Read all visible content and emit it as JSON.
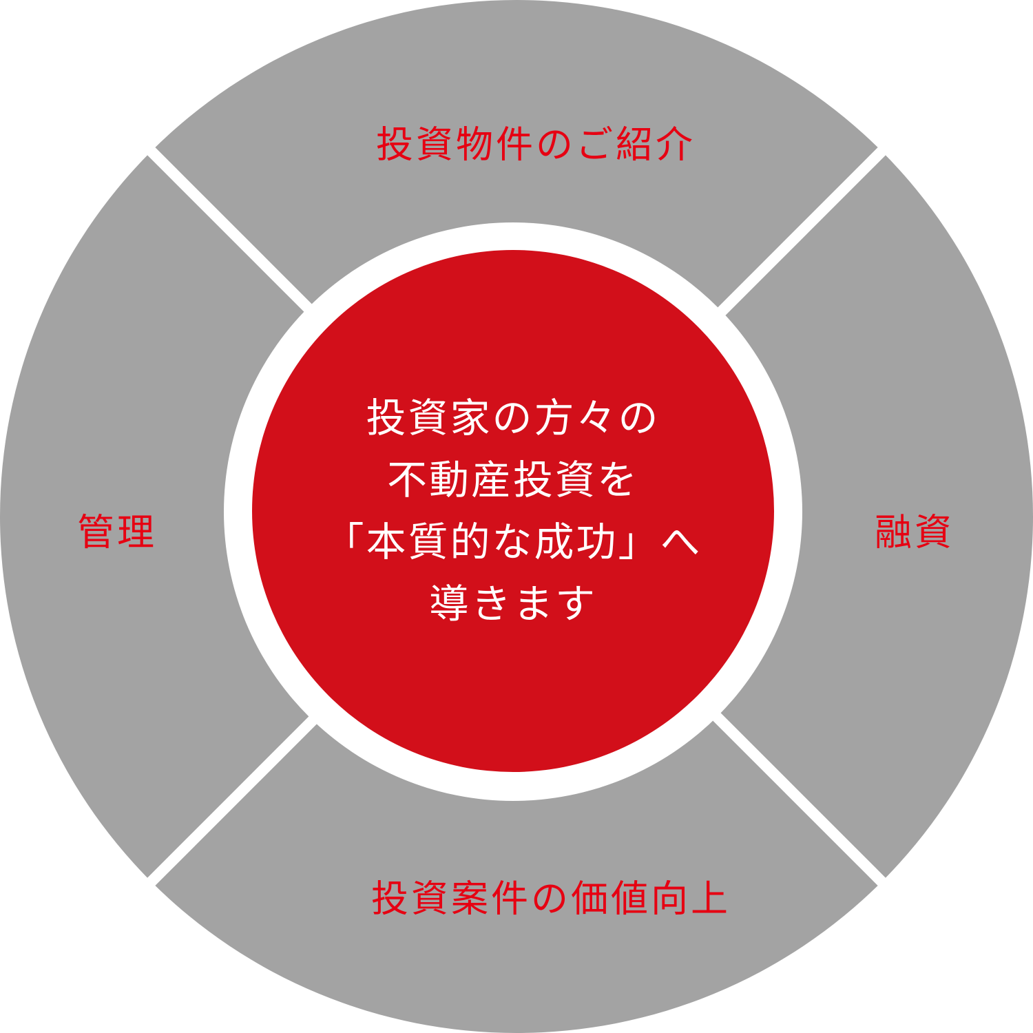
{
  "colors": {
    "segment_fill": "#a3a3a3",
    "center_fill": "#d20f1a",
    "divider": "#ffffff",
    "segment_label": "#e60012",
    "center_text": "#ffffff"
  },
  "segments": {
    "top": {
      "label": "投資物件のご紹介"
    },
    "right": {
      "label": "融資"
    },
    "bottom": {
      "label": "投資案件の価値向上"
    },
    "left": {
      "label": "管理"
    }
  },
  "center": {
    "lines": [
      "投資家の方々の",
      "不動産投資を",
      "「本質的な成功」へ",
      "導きます"
    ]
  }
}
